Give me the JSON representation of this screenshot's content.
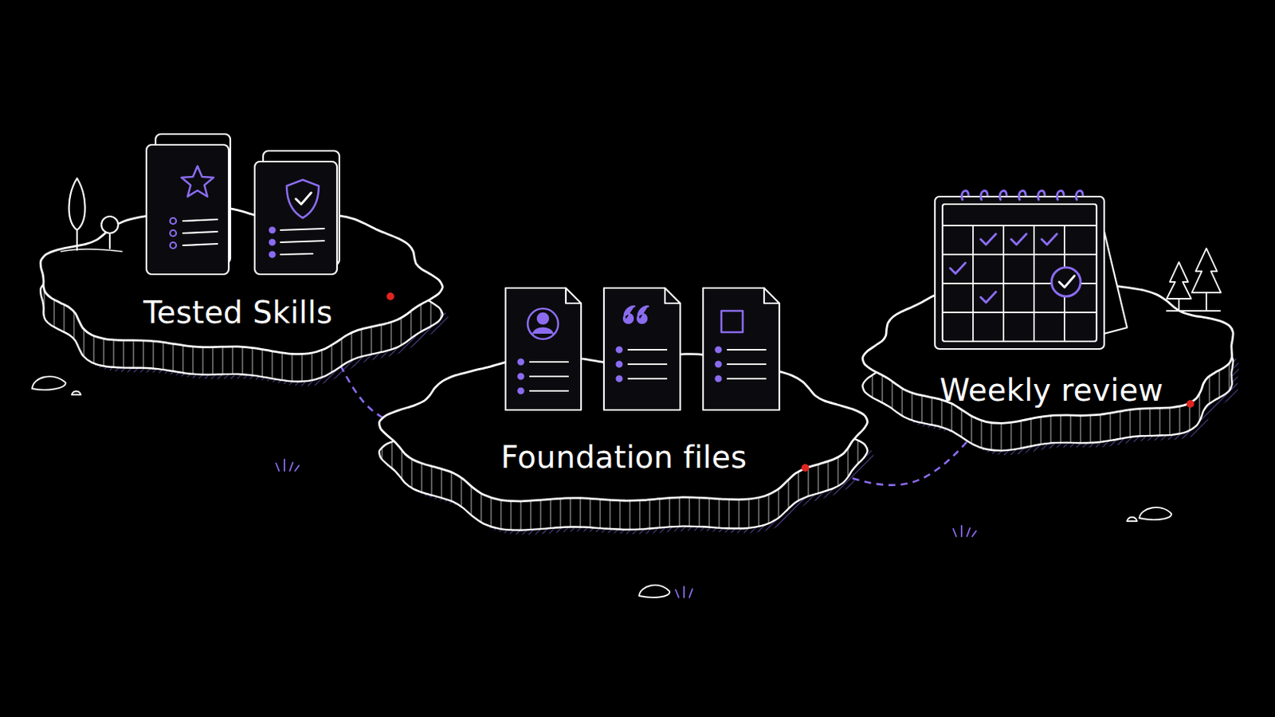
{
  "diagram": {
    "nodes": [
      {
        "text": [
          "Tested Skills"
        ]
      },
      {
        "text": [
          "Foundation files"
        ]
      },
      {
        "text": [
          "Weekly review"
        ]
      }
    ],
    "edges": [
      {
        "from": 0,
        "to": 1,
        "arrow": "none"
      },
      {
        "from": 1,
        "to": 2,
        "arrow": "none"
      }
    ]
  }
}
